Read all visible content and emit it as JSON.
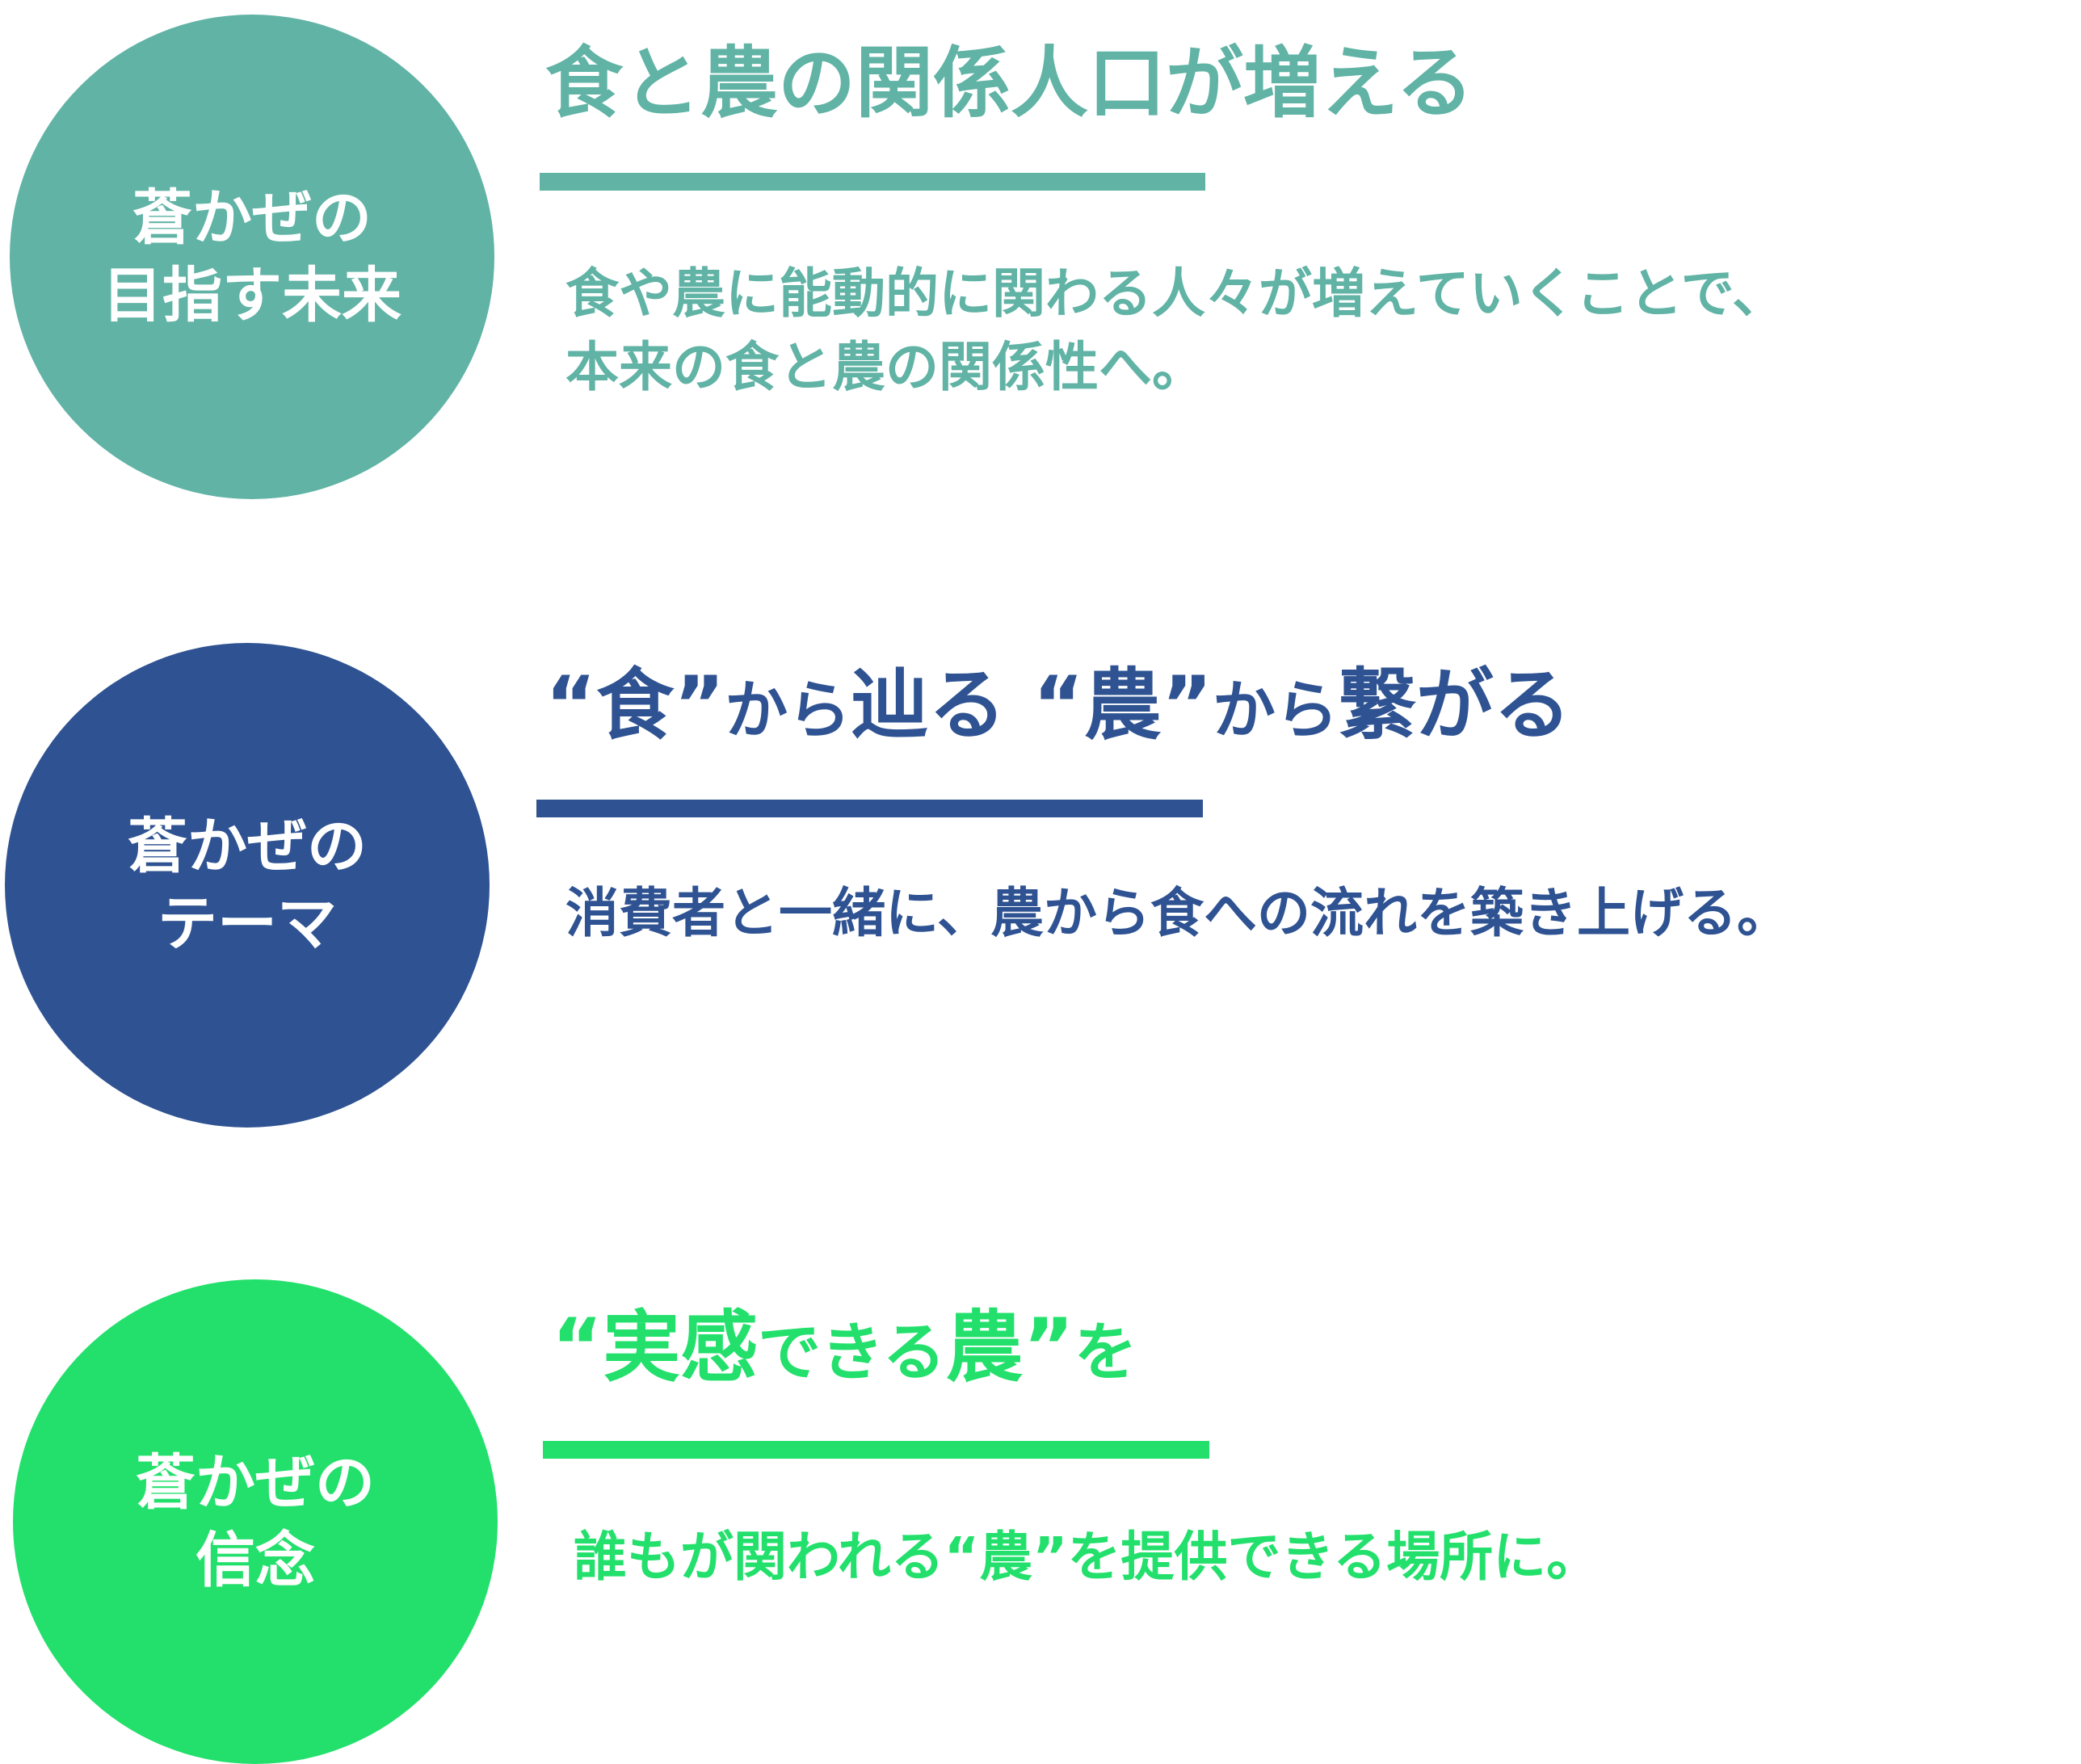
{
  "sections": [
    {
      "circle_line1": "蒼かぜの",
      "circle_line2": "目指す未来",
      "heading": "食と農の関係人口が増える",
      "desc_line1": "食や農に能動的に関わる人々が増えていくことで、",
      "desc_line2": "本来の食と農の関係性へ。",
      "color": "#60b3a5"
    },
    {
      "circle_line1": "蒼かぜの",
      "circle_line2": "テーマ",
      "heading_parts": [
        "“食”",
        "から",
        "辿る ",
        "“農”",
        "から",
        "繋がる"
      ],
      "desc_line1": "消費者と一緒に、農から食への流れを築き上げる。",
      "color": "#2f5392"
    },
    {
      "circle_line1": "蒼かぜの",
      "circle_line2": "信念",
      "heading_parts": [
        "“実感",
        "できる",
        "農”",
        "を"
      ],
      "desc_line1": "誰もが関われる“農”を提供できる場所に。",
      "color": "#22e06b"
    }
  ]
}
